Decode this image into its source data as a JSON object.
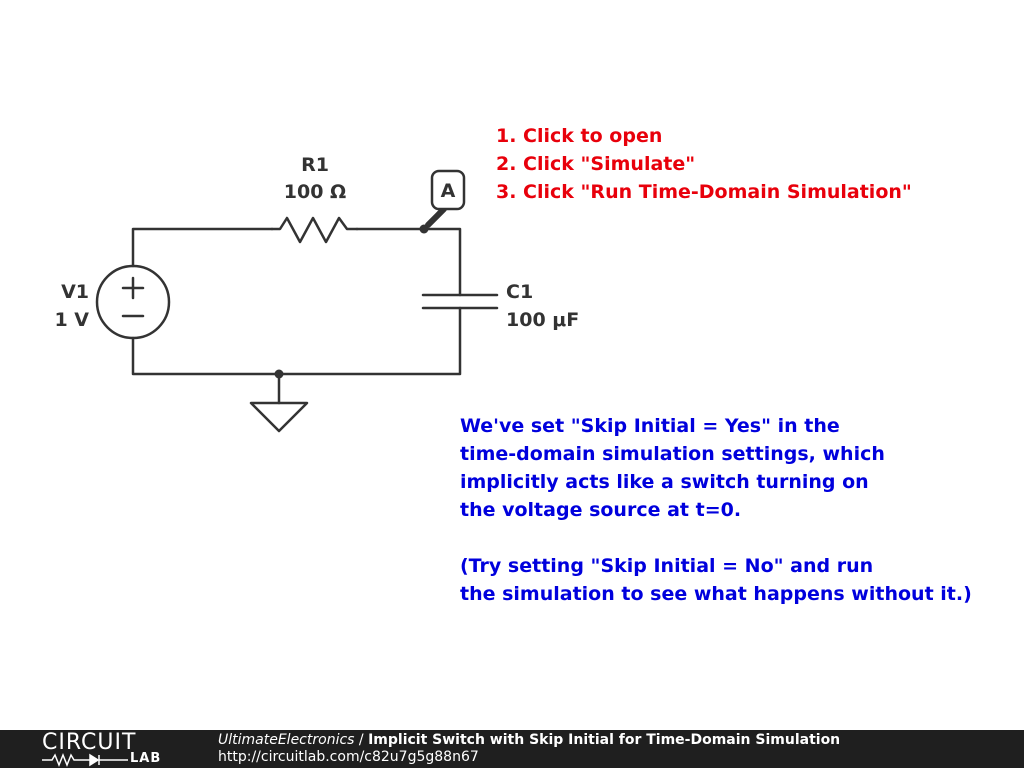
{
  "components": {
    "resistor": {
      "name": "R1",
      "value": "100 Ω"
    },
    "source": {
      "name": "V1",
      "value": "1 V"
    },
    "capacitor": {
      "name": "C1",
      "value": "100 μF"
    },
    "probe": {
      "label": "A"
    }
  },
  "instructions": [
    "1. Click to open",
    "2. Click \"Simulate\"",
    "3. Click \"Run Time-Domain Simulation\""
  ],
  "note": [
    "We've set \"Skip Initial = Yes\" in the",
    "time-domain simulation settings, which",
    "implicitly acts like a switch turning on",
    "the voltage source at t=0.",
    "",
    "(Try setting \"Skip Initial = No\" and run",
    "the simulation to see what happens without it.)"
  ],
  "footer": {
    "logo_top": "CIRCUIT",
    "logo_bottom": "LAB",
    "author": "UltimateElectronics",
    "separator": " / ",
    "title": "Implicit Switch with Skip Initial for Time-Domain Simulation",
    "url": "http://circuitlab.com/c82u7g5g88n67"
  },
  "colors": {
    "wire": "#333333",
    "instruction_text": "#e8000b",
    "note_text": "#0000dd",
    "footer_bg": "#1f1f1f"
  }
}
